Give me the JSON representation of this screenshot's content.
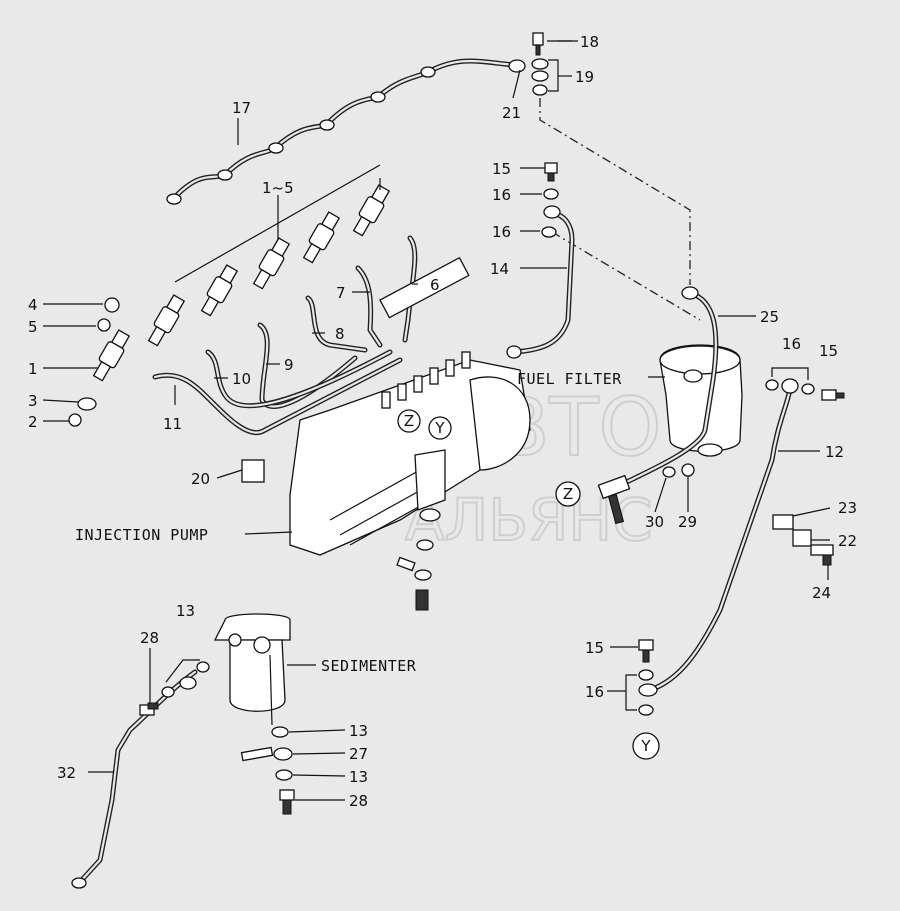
{
  "labels": {
    "fuel_filter": "FUEL FILTER",
    "injection_pump": "INJECTION PUMP",
    "sedimenter": "SEDIMENTER"
  },
  "callouts": {
    "c1": "1",
    "c1_5": "1~5",
    "c2": "2",
    "c3": "3",
    "c4": "4",
    "c5": "5",
    "c6": "6",
    "c7": "7",
    "c8": "8",
    "c9": "9",
    "c10": "10",
    "c11": "11",
    "c12": "12",
    "c13a": "13",
    "c13b": "13",
    "c13c": "13",
    "c14": "14",
    "c15a": "15",
    "c15b": "15",
    "c15c": "15",
    "c16a": "16",
    "c16b": "16",
    "c16c": "16",
    "c16d": "16",
    "c17": "17",
    "c18": "18",
    "c19": "19",
    "c20": "20",
    "c21": "21",
    "c22": "22",
    "c23": "23",
    "c24": "24",
    "c25": "25",
    "c27": "27",
    "c28a": "28",
    "c28b": "28",
    "c29": "29",
    "c30": "30",
    "c32": "32"
  },
  "markers": {
    "z1": "Z",
    "y1": "Y",
    "z2": "Z",
    "y2": "Y"
  },
  "watermark": {
    "line1": "АВТО",
    "line2": "АЛЬЯНС"
  }
}
